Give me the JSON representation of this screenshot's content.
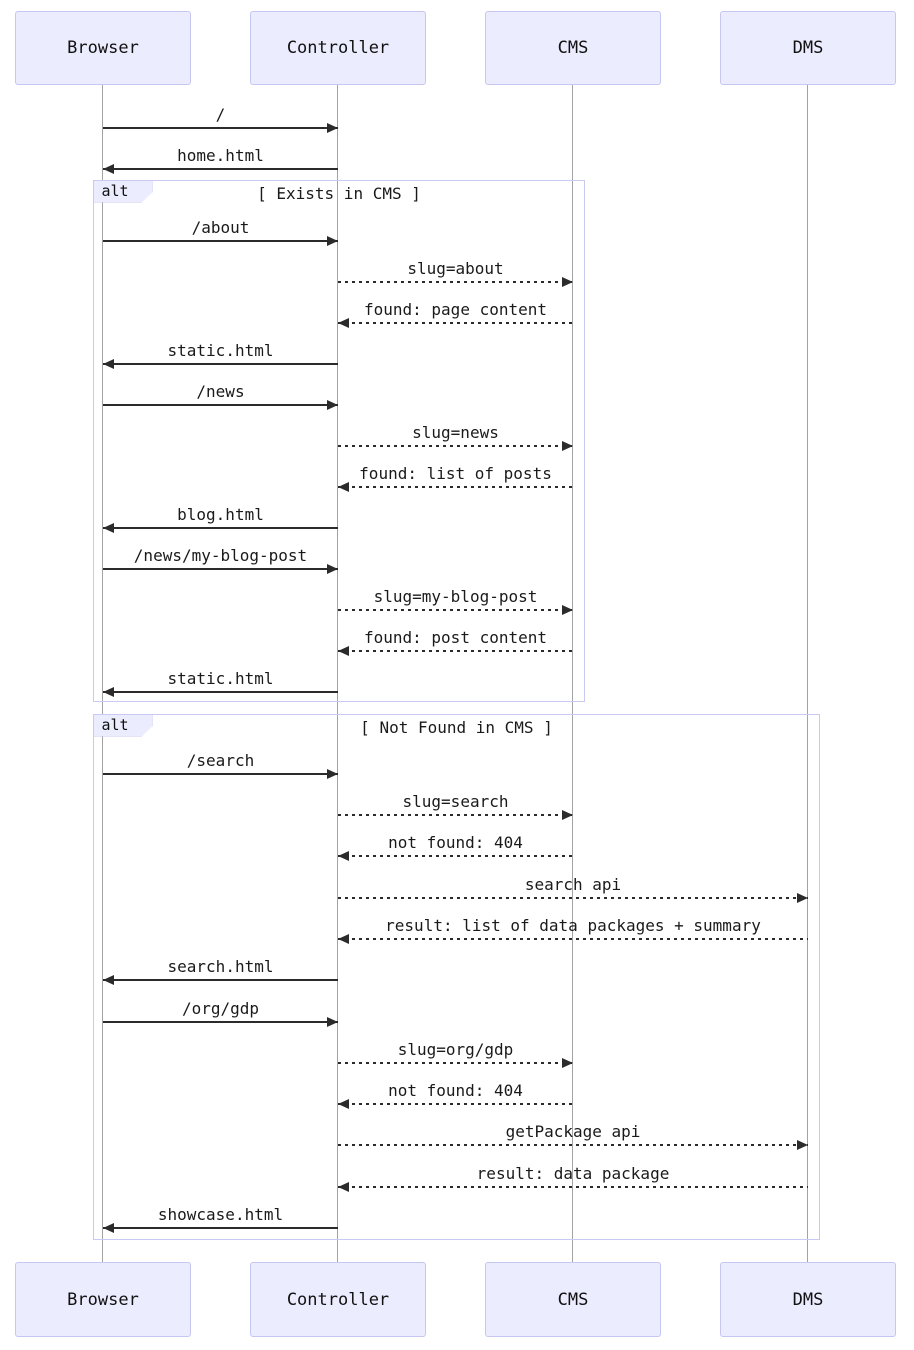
{
  "diagram": {
    "type": "sequence",
    "participants": [
      {
        "name": "Browser"
      },
      {
        "name": "Controller"
      },
      {
        "name": "CMS"
      },
      {
        "name": "DMS"
      }
    ],
    "messages": [
      {
        "from": "Browser",
        "to": "Controller",
        "label": "/",
        "style": "solid"
      },
      {
        "from": "Controller",
        "to": "Browser",
        "label": "home.html",
        "style": "solid"
      },
      {
        "from": "Browser",
        "to": "Controller",
        "label": "/about",
        "style": "solid"
      },
      {
        "from": "Controller",
        "to": "CMS",
        "label": "slug=about",
        "style": "dashed"
      },
      {
        "from": "CMS",
        "to": "Controller",
        "label": "found: page content",
        "style": "dashed"
      },
      {
        "from": "Controller",
        "to": "Browser",
        "label": "static.html",
        "style": "solid"
      },
      {
        "from": "Browser",
        "to": "Controller",
        "label": "/news",
        "style": "solid"
      },
      {
        "from": "Controller",
        "to": "CMS",
        "label": "slug=news",
        "style": "dashed"
      },
      {
        "from": "CMS",
        "to": "Controller",
        "label": "found: list of posts",
        "style": "dashed"
      },
      {
        "from": "Controller",
        "to": "Browser",
        "label": "blog.html",
        "style": "solid"
      },
      {
        "from": "Browser",
        "to": "Controller",
        "label": "/news/my-blog-post",
        "style": "solid"
      },
      {
        "from": "Controller",
        "to": "CMS",
        "label": "slug=my-blog-post",
        "style": "dashed"
      },
      {
        "from": "CMS",
        "to": "Controller",
        "label": "found: post content",
        "style": "dashed"
      },
      {
        "from": "Controller",
        "to": "Browser",
        "label": "static.html",
        "style": "solid"
      },
      {
        "from": "Browser",
        "to": "Controller",
        "label": "/search",
        "style": "solid"
      },
      {
        "from": "Controller",
        "to": "CMS",
        "label": "slug=search",
        "style": "dashed"
      },
      {
        "from": "CMS",
        "to": "Controller",
        "label": "not found: 404",
        "style": "dashed"
      },
      {
        "from": "Controller",
        "to": "DMS",
        "label": "search api",
        "style": "dashed"
      },
      {
        "from": "DMS",
        "to": "Controller",
        "label": "result: list of data packages + summary",
        "style": "dashed"
      },
      {
        "from": "Controller",
        "to": "Browser",
        "label": "search.html",
        "style": "solid"
      },
      {
        "from": "Browser",
        "to": "Controller",
        "label": "/org/gdp",
        "style": "solid"
      },
      {
        "from": "Controller",
        "to": "CMS",
        "label": "slug=org/gdp",
        "style": "dashed"
      },
      {
        "from": "CMS",
        "to": "Controller",
        "label": "not found: 404",
        "style": "dashed"
      },
      {
        "from": "Controller",
        "to": "DMS",
        "label": "getPackage api",
        "style": "dashed"
      },
      {
        "from": "DMS",
        "to": "Controller",
        "label": "result: data package",
        "style": "dashed"
      },
      {
        "from": "Controller",
        "to": "Browser",
        "label": "showcase.html",
        "style": "solid"
      }
    ],
    "fragments": [
      {
        "operator": "alt",
        "guard": "[ Exists in CMS ]"
      },
      {
        "operator": "alt",
        "guard": "[ Not Found in CMS ]"
      }
    ],
    "colors": {
      "participant_fill": "#ececff",
      "participant_border": "#c6c6f2",
      "line": "#2b2b2b",
      "lifeline": "#a3a3a3",
      "frame_border": "#c9c9f2"
    }
  }
}
